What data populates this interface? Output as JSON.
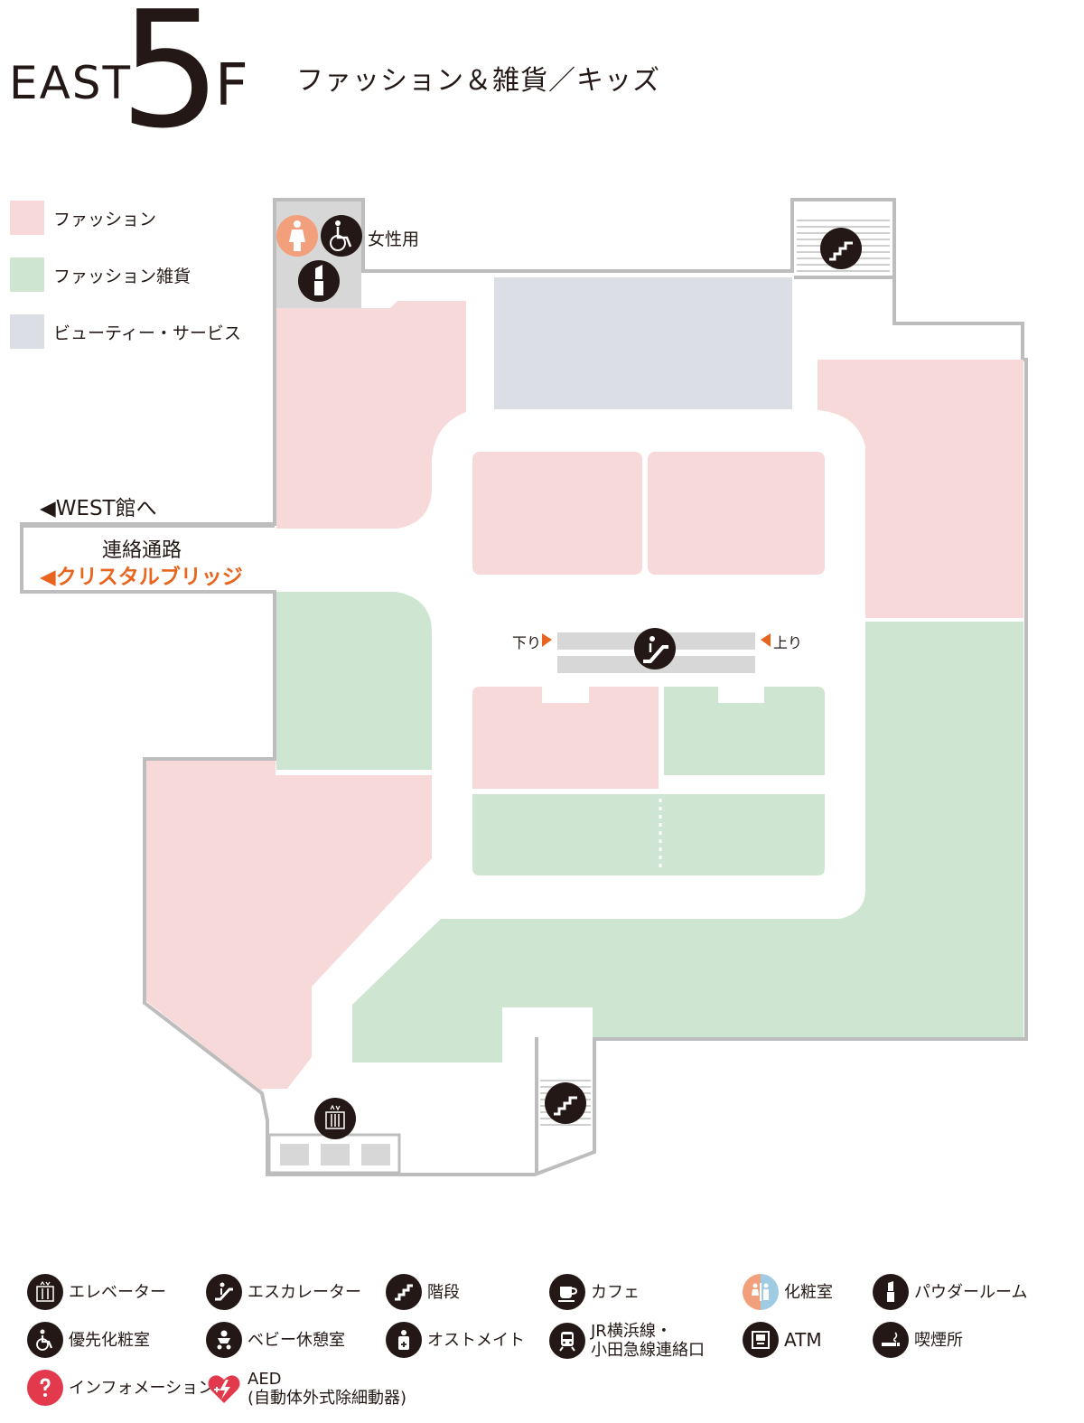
{
  "header": {
    "building": "EAST",
    "floor_number": "5",
    "floor_suffix": "F",
    "category": "ファッション＆雑貨／キッズ"
  },
  "legend": [
    {
      "label": "ファッション",
      "color": "#f7d9da"
    },
    {
      "label": "ファッション雑貨",
      "color": "#cde5d1"
    },
    {
      "label": "ビューティー・サービス",
      "color": "#dcdee6"
    }
  ],
  "map": {
    "restroom_label": "女性用",
    "west_link": "◀WEST館へ",
    "passage_label": "連絡通路",
    "bridge_link": "◀クリスタルブリッジ",
    "escalator_down": "下り",
    "escalator_up": "上り",
    "accent_color": "#e8651f",
    "wall_color": "#bdbdbd",
    "corridor_color": "#ffffff",
    "facility_color": "#d7d7d7"
  },
  "facility_key": [
    {
      "icon": "elevator-icon",
      "label": "エレベーター"
    },
    {
      "icon": "escalator-icon",
      "label": "エスカレーター"
    },
    {
      "icon": "stairs-icon",
      "label": "階段"
    },
    {
      "icon": "cafe-icon",
      "label": "カフェ"
    },
    {
      "icon": "powder-room-icon",
      "label": "化粧室"
    },
    {
      "icon": "lipstick-icon",
      "label": "パウダールーム"
    },
    {
      "icon": "wheelchair-icon",
      "label": "優先化粧室"
    },
    {
      "icon": "baby-room-icon",
      "label": "ベビー休憩室"
    },
    {
      "icon": "ostomate-icon",
      "label": "オストメイト"
    },
    {
      "icon": "train-icon",
      "label": "JR横浜線・\n小田急線連絡口"
    },
    {
      "icon": "atm-icon",
      "label": "ATM"
    },
    {
      "icon": "smoking-icon",
      "label": "喫煙所"
    },
    {
      "icon": "information-icon",
      "label": "インフォメーション"
    },
    {
      "icon": "aed-icon",
      "label": "AED\n(自動体外式除細動器)"
    }
  ]
}
